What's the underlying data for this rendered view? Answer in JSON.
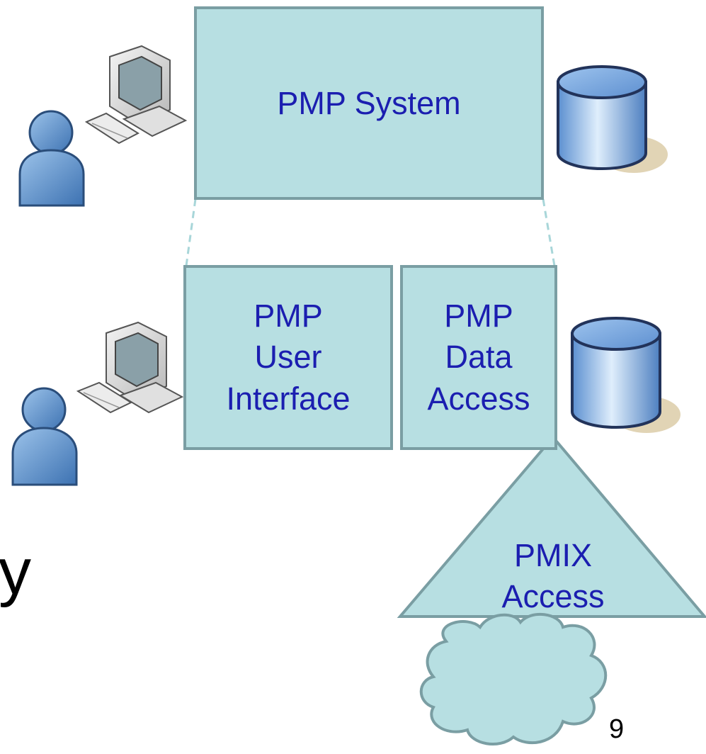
{
  "diagram": {
    "system_box": {
      "label": "PMP System"
    },
    "ui_box": {
      "lines": [
        "PMP",
        "User",
        "Interface"
      ]
    },
    "data_access_box": {
      "lines": [
        "PMP",
        "Data",
        "Access"
      ]
    },
    "pmix_triangle": {
      "lines": [
        "PMIX",
        "Access"
      ]
    },
    "partial_text": "y",
    "page_number": "9"
  },
  "colors": {
    "box_fill": "#b7dfe2",
    "box_border": "#7a9ea3",
    "text_blue": "#1b1eb0",
    "person_blue": "#4f86c0",
    "db_blue": "#6a9fd8"
  },
  "icons": [
    "user-icon",
    "computer-icon",
    "database-icon",
    "cloud-icon"
  ]
}
